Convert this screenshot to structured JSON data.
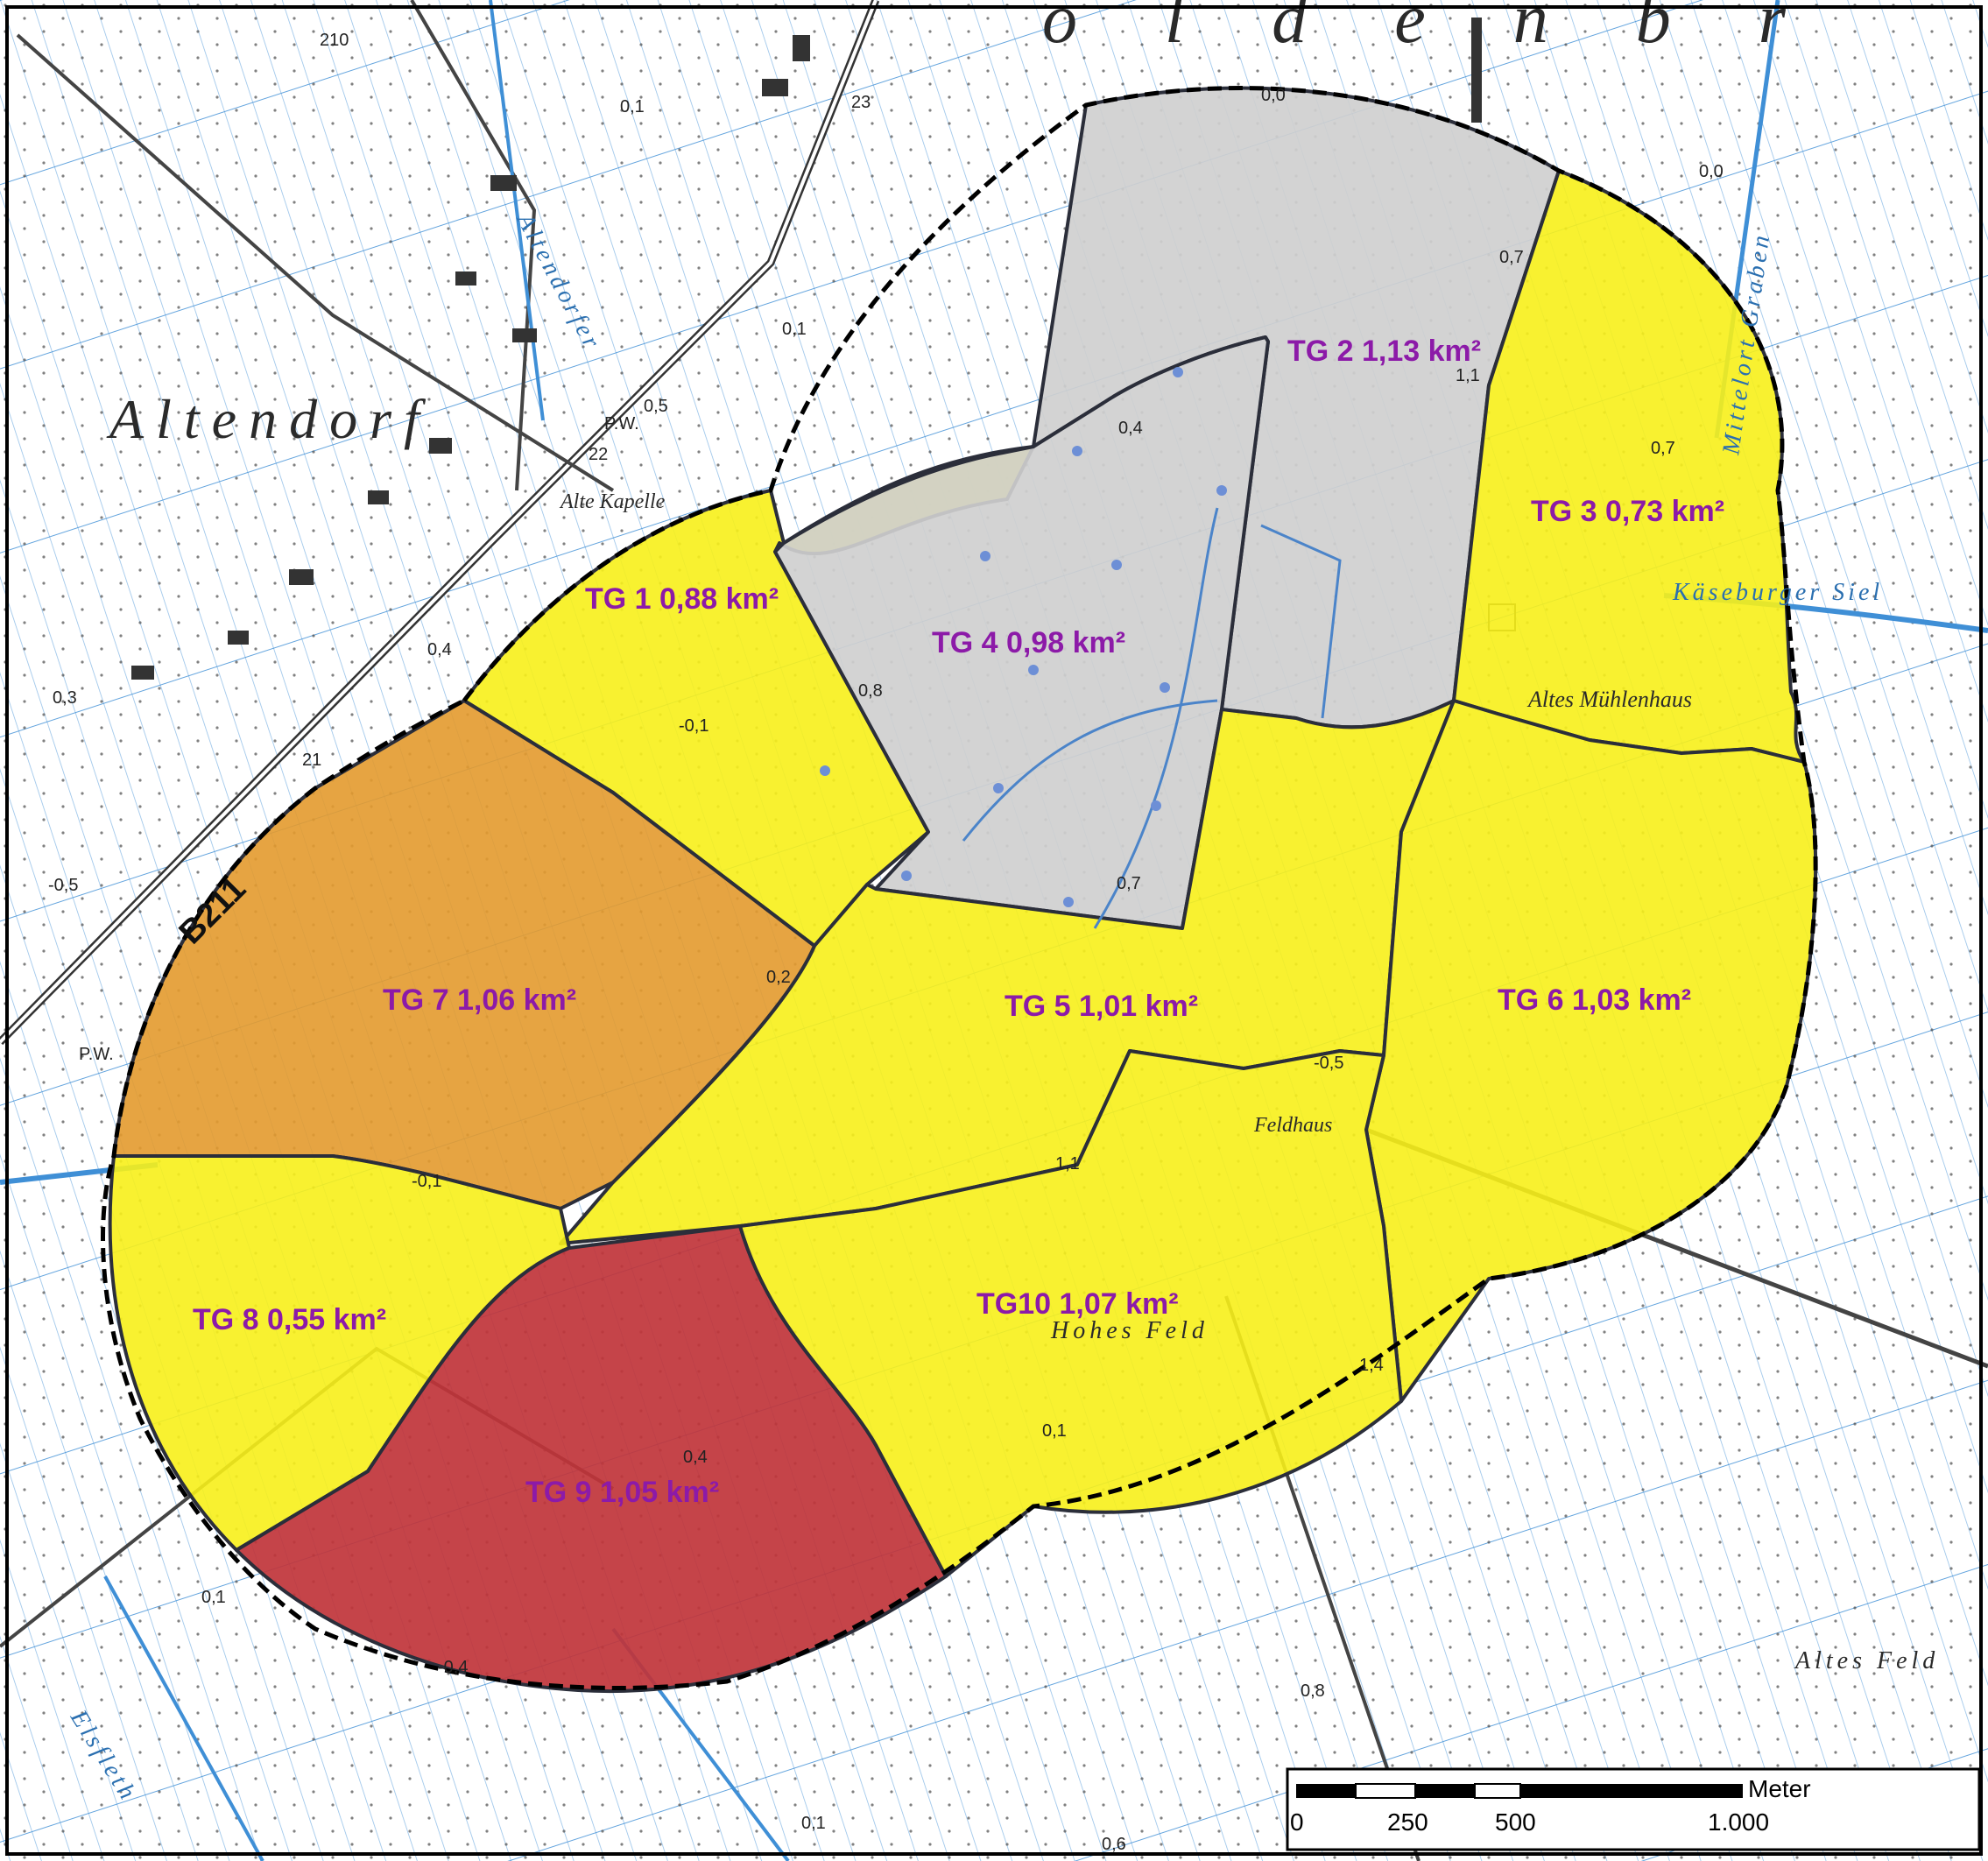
{
  "districts": [
    {
      "id": "TG 1",
      "area": "0,88 km²",
      "label": "TG 1 0,88 km²",
      "color": "#f7f01a"
    },
    {
      "id": "TG 2",
      "area": "1,13 km²",
      "label": "TG 2 1,13 km²",
      "color": "#cfcfcf"
    },
    {
      "id": "TG 3",
      "area": "0,73 km²",
      "label": "TG 3 0,73 km²",
      "color": "#f7f01a"
    },
    {
      "id": "TG 4",
      "area": "0,98 km²",
      "label": "TG 4 0,98 km²",
      "color": "#cfcfcf"
    },
    {
      "id": "TG 5",
      "area": "1,01 km²",
      "label": "TG 5 1,01 km²",
      "color": "#f7f01a"
    },
    {
      "id": "TG 6",
      "area": "1,03 km²",
      "label": "TG 6 1,03 km²",
      "color": "#f7f01a"
    },
    {
      "id": "TG 7",
      "area": "1,06 km²",
      "label": "TG 7 1,06 km²",
      "color": "#e39a2e"
    },
    {
      "id": "TG 8",
      "area": "0,55 km²",
      "label": "TG 8 0,55 km²",
      "color": "#f7f01a"
    },
    {
      "id": "TG 9",
      "area": "1,05 km²",
      "label": "TG 9 1,05 km²",
      "color": "#c0343a"
    },
    {
      "id": "TG10",
      "area": "1,07 km²",
      "label": "TG10 1,07 km²",
      "color": "#f7f01a"
    }
  ],
  "place_names": {
    "altendorf": "Altendorf",
    "oldenburg_fragment": "o l d e n b r",
    "alte_kapelle": "Alte Kapelle",
    "altes_muehlenhaus": "Altes Mühlenhaus",
    "feldhaus": "Feldhaus",
    "hohes_feld": "Hohes Feld",
    "altes_feld": "Altes Feld",
    "altendorfer": "Altendorfer",
    "mittelort_graben": "Mittelort Graben",
    "kaesburger_siel": "Käseburger Siel",
    "elsfleth": "Elsfleth",
    "road_b211": "B211",
    "pw_1": "P.W.",
    "pw_2": "P.W."
  },
  "spot_heights": [
    "0,0",
    "0,1",
    "0,7",
    "1,1",
    "0,0",
    "0,5",
    "0,1",
    "0,4",
    "0,3",
    "-0,5",
    "0,8",
    "-0,1",
    "0,4",
    "0,7",
    "0,7",
    "0,2",
    "-0,5",
    "1,1",
    "-0,1",
    "1,4",
    "0,1",
    "0,4",
    "-0,4",
    "0,1",
    "0,8",
    "0,1",
    "0,6",
    "210",
    "23",
    "22",
    "21"
  ],
  "scale_bar": {
    "unit": "Meter",
    "ticks": [
      "0",
      "250",
      "500",
      "1.000"
    ]
  },
  "colors": {
    "yellow": "#f7f01a",
    "grey": "#cfcfcf",
    "orange": "#e39a2e",
    "red": "#c0343a",
    "water": "#3f8fd6",
    "label": "#8c1aa8",
    "boundary": "#2b2e3a"
  }
}
